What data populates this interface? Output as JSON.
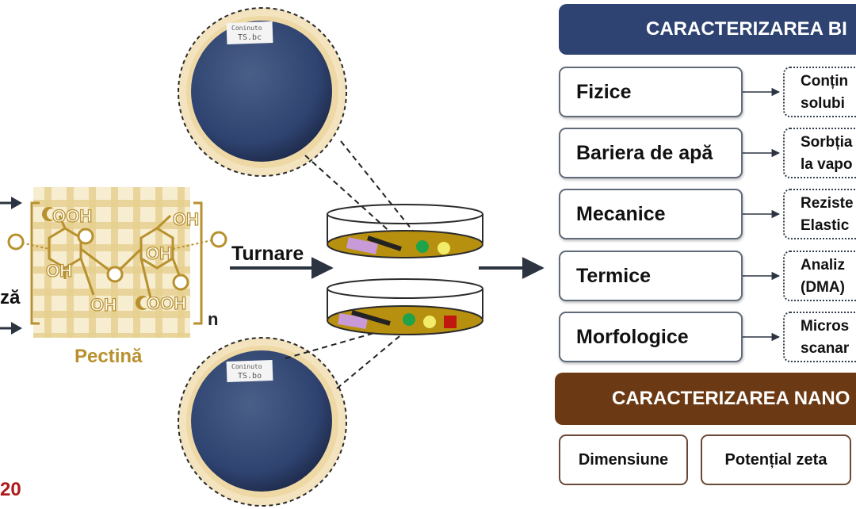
{
  "left_labels": {
    "partial_word": "ză",
    "partial_year": "20"
  },
  "structure": {
    "name": "Pectină",
    "subscript": "n",
    "groups": [
      "OOH",
      "OH",
      "OH",
      "OH",
      "OH",
      "OOH"
    ]
  },
  "process": {
    "label": "Turnare"
  },
  "film_labels": {
    "top": [
      "Coninuto",
      "TS.bc"
    ],
    "bottom": [
      "Coninuto",
      "TS.bo"
    ]
  },
  "biofilm_section": {
    "title": "CARACTERIZAREA BI",
    "categories": [
      {
        "label": "Fizice",
        "details": [
          "Conțin",
          "solubi"
        ]
      },
      {
        "label": "Bariera de apă",
        "details": [
          "Sorbția",
          "la vapo"
        ]
      },
      {
        "label": "Mecanice",
        "details": [
          "Reziste",
          "Elastic"
        ]
      },
      {
        "label": "Termice",
        "details": [
          "Analiz",
          "(DMA)"
        ]
      },
      {
        "label": "Morfologice",
        "details": [
          "Micros",
          "scanar"
        ]
      }
    ]
  },
  "nano_section": {
    "title": "CARACTERIZAREA NANO",
    "items": [
      "Dimensiune",
      "Potențial zeta"
    ]
  },
  "colors": {
    "navy_banner": "#2e4371",
    "brown_banner": "#6b3a15",
    "pectin_gold": "#b8912e",
    "dish_fill": "#b8900f",
    "film_blue": "#2c3e66",
    "partial_year_red": "#b01b1b"
  }
}
